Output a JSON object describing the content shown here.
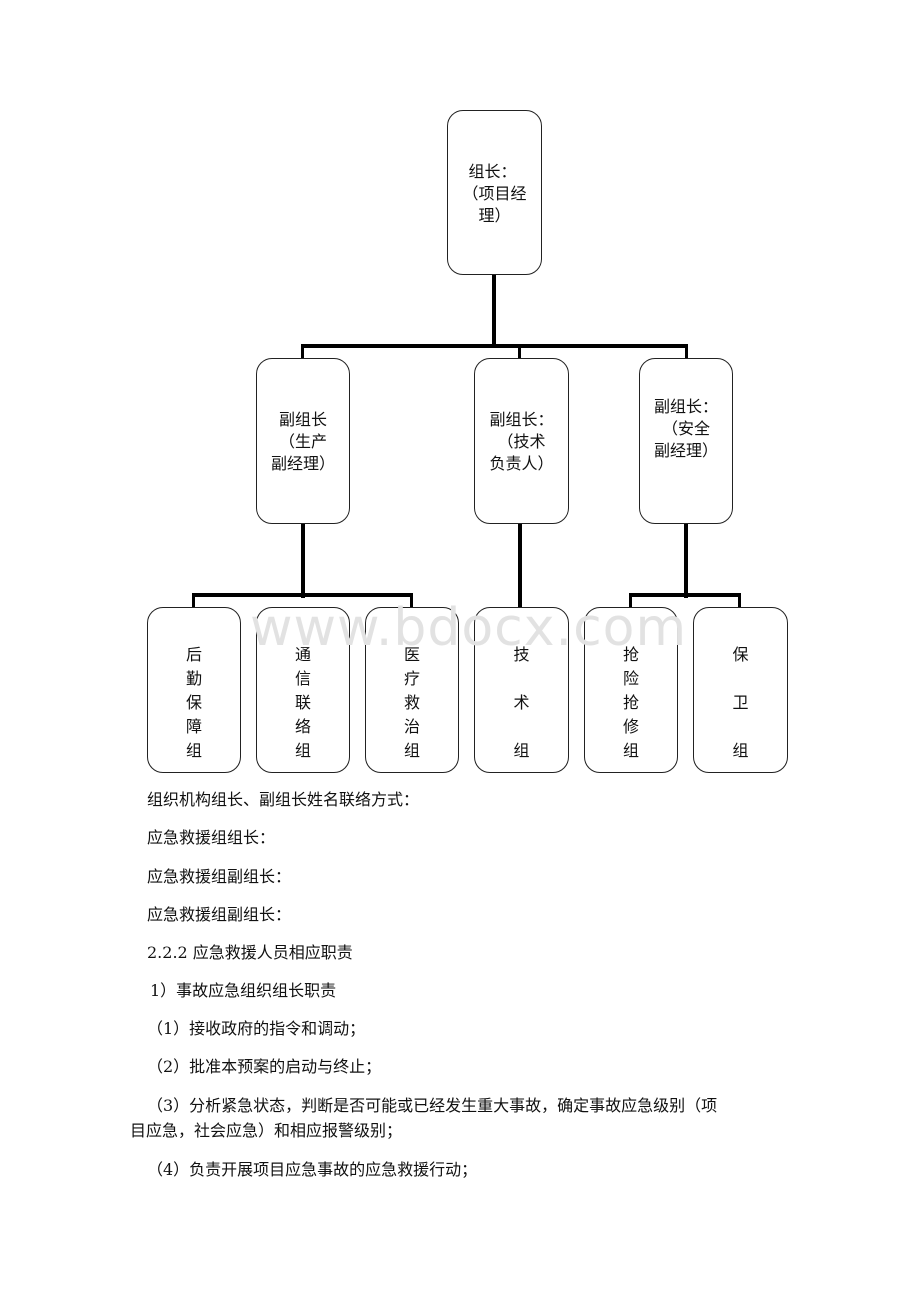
{
  "org_chart": {
    "leader": [
      "组长：",
      "（项目经",
      "理）"
    ],
    "deputies": [
      [
        "副组长",
        "（生产",
        "副经理）"
      ],
      [
        "副组长：",
        "（技术",
        "负责人）"
      ],
      [
        "副组长：",
        "（安全",
        "副经理）"
      ]
    ],
    "groups": [
      [
        "后",
        "勤",
        "保",
        "障",
        "组"
      ],
      [
        "通",
        "信",
        "联",
        "络",
        "组"
      ],
      [
        "医",
        "疗",
        "救",
        "治",
        "组"
      ],
      [
        "技",
        "术",
        "组"
      ],
      [
        "抢",
        "险",
        "抢",
        "修",
        "组"
      ],
      [
        "保",
        "卫",
        "组"
      ]
    ]
  },
  "watermark": "www.bdocx.com",
  "text": {
    "p1": "组织机构组长、副组长姓名联络方式：",
    "p2": "应急救援组组长：",
    "p3": "应急救援组副组长：",
    "p4": "应急救援组副组长：",
    "p5": "2.2.2 应急救援人员相应职责",
    "p6": "1）事故应急组织组长职责",
    "p7": "（1）接收政府的指令和调动；",
    "p8": "（2）批准本预案的启动与终止；",
    "p9a": "（3）分析紧急状态，判断是否可能或已经发生重大事故，确定事故应急级别（项",
    "p9b": "目应急，社会应急）和相应报警级别；",
    "p10": "（4）负责开展项目应急事故的应急救援行动；"
  }
}
